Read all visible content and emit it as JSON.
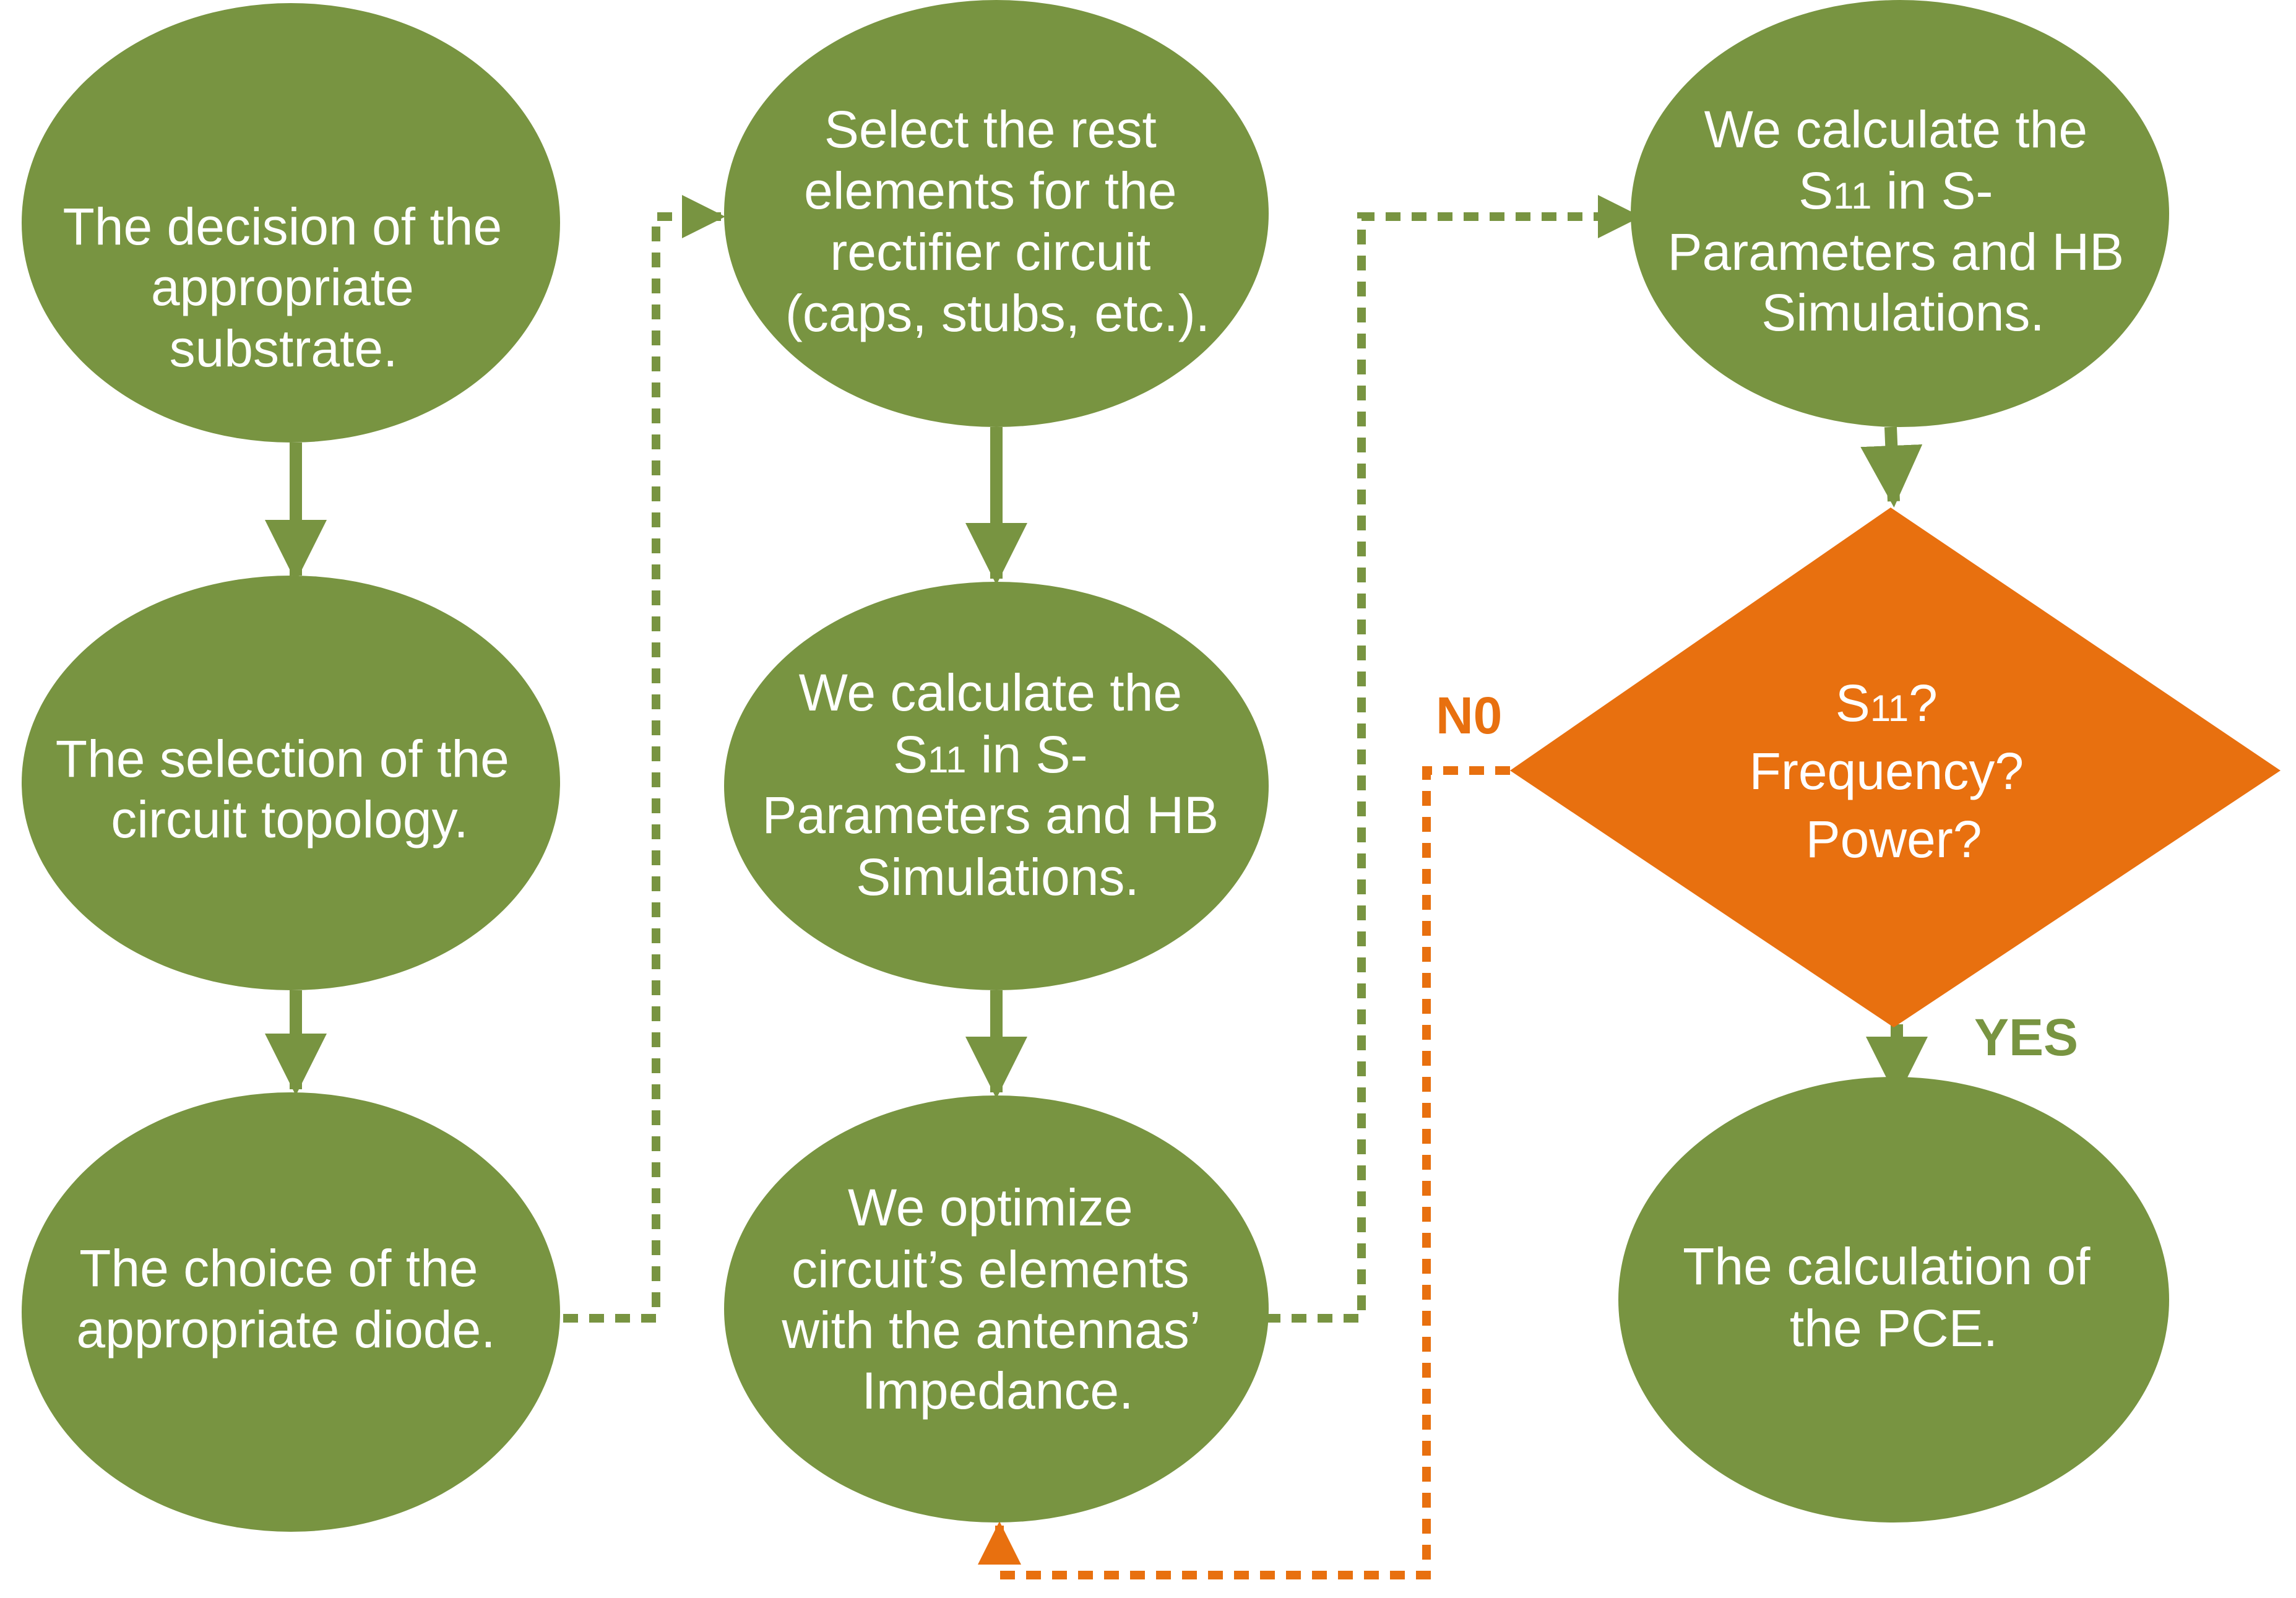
{
  "colors": {
    "process": "#789441",
    "decision": "#E8700F",
    "yes_label": "#789441",
    "no_label": "#E8700F",
    "text": "#FFFFFF"
  },
  "nodes": {
    "substrate": {
      "lines": [
        "The decision of the",
        "appropriate",
        "substrate."
      ]
    },
    "topology": {
      "lines": [
        "The selection of the",
        "circuit topology."
      ]
    },
    "diode": {
      "lines": [
        "The choice of the",
        "appropriate diode."
      ]
    },
    "rest_elements": {
      "lines": [
        "Select the rest",
        "elements for the",
        "rectifier circuit",
        "(caps, stubs, etc.)."
      ]
    },
    "calc_mid": {
      "line1": "We calculate the",
      "line2_main": "S",
      "line2_sub": "11",
      "line2_rest": " in S-",
      "line3": "Parameters and HB",
      "line4": "Simulations."
    },
    "optimize": {
      "lines": [
        "We optimize",
        "circuit’s elements",
        "with the antennas’",
        "Impedance."
      ]
    },
    "calc_right": {
      "line1": "We calculate the",
      "line2_main": "S",
      "line2_sub": "11",
      "line2_rest": " in S-",
      "line3": "Parameters and HB",
      "line4": "Simulations."
    },
    "decision": {
      "line1_main": "S",
      "line1_sub": "11",
      "line1_rest": "?",
      "line2": "Frequency?",
      "line3": "Power?"
    },
    "pce": {
      "lines": [
        "The calculation of",
        "the PCE."
      ]
    }
  },
  "edge_labels": {
    "no": "N0",
    "yes": "YES"
  }
}
